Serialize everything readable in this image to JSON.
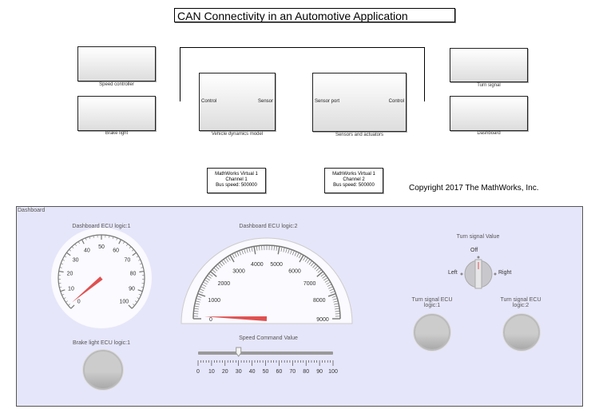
{
  "title": "CAN Connectivity in an Automotive Application",
  "copyright": "Copyright 2017 The MathWorks, Inc.",
  "blocks": {
    "speed_controller": "Speed controller",
    "brake_light": "Brake light",
    "vehicle_dynamics": {
      "label": "Vehicle dynamics model",
      "in_port": "Control",
      "out_port": "Sensor"
    },
    "sensors_actuators": {
      "label": "Sensors and actuators",
      "in_port": "Sensor port",
      "out_port": "Control"
    },
    "turn_signal": "Turn signal",
    "dashboard": "Dashboard"
  },
  "can_blocks": [
    {
      "line1": "MathWorks Virtual 1",
      "line2": "Channel 1",
      "line3": "Bus speed: 500000"
    },
    {
      "line1": "MathWorks Virtual 1",
      "line2": "Channel 2",
      "line3": "Bus speed: 500000"
    }
  ],
  "panel": {
    "title": "Dashboard",
    "gauge1": {
      "label": "Dashboard ECU logic:1",
      "min": 0,
      "max": 100,
      "value": 2,
      "ticks": [
        "0",
        "10",
        "20",
        "30",
        "40",
        "50",
        "60",
        "70",
        "80",
        "90",
        "100"
      ]
    },
    "gauge2": {
      "label": "Dashboard ECU logic:2",
      "min": 0,
      "max": 9000,
      "value": 100,
      "ticks": [
        "0",
        "1000",
        "2000",
        "3000",
        "4000",
        "5000",
        "6000",
        "7000",
        "8000",
        "9000"
      ]
    },
    "brake_lamp": "Brake light ECU logic:1",
    "slider": {
      "label": "Speed Command Value",
      "min": 0,
      "max": 100,
      "value": 30,
      "ticks": [
        "0",
        "10",
        "20",
        "30",
        "40",
        "50",
        "60",
        "70",
        "80",
        "90",
        "100"
      ]
    },
    "turn_knob": {
      "label": "Turn signal Value",
      "left": "Left",
      "off": "Off",
      "right": "Right",
      "value": "Off"
    },
    "turn_lamp1": "Turn signal ECU logic:1",
    "turn_lamp2": "Turn signal ECU logic:2",
    "needle_color": "#e05050"
  }
}
